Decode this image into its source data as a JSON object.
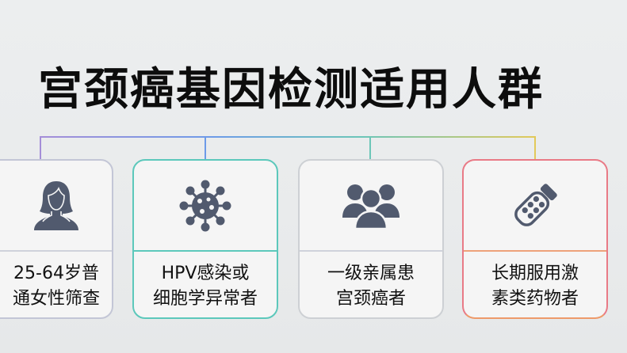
{
  "title": "宫颈癌基因检测适用人群",
  "colors": {
    "icon": "#515a6e",
    "card1_border": "#c3c6d6",
    "card2_border": "#5cc8bb",
    "card3_border": "#cdd0d4",
    "card4_border_top": "#e97a7a",
    "card4_border_bottom": "#ee9a6a",
    "connector_gradient": [
      "#a58ed8",
      "#6d9be8",
      "#6cc6b8",
      "#e2c95a"
    ]
  },
  "cards": [
    {
      "icon": "woman-icon",
      "line1": "25-64岁普",
      "line2": "通女性筛查"
    },
    {
      "icon": "virus-icon",
      "line1": "HPV感染或",
      "line2": "细胞学异常者"
    },
    {
      "icon": "group-icon",
      "line1": "一级亲属患",
      "line2": "宫颈癌者"
    },
    {
      "icon": "pill-bottle-icon",
      "line1": "长期服用激",
      "line2": "素类药物者"
    }
  ]
}
